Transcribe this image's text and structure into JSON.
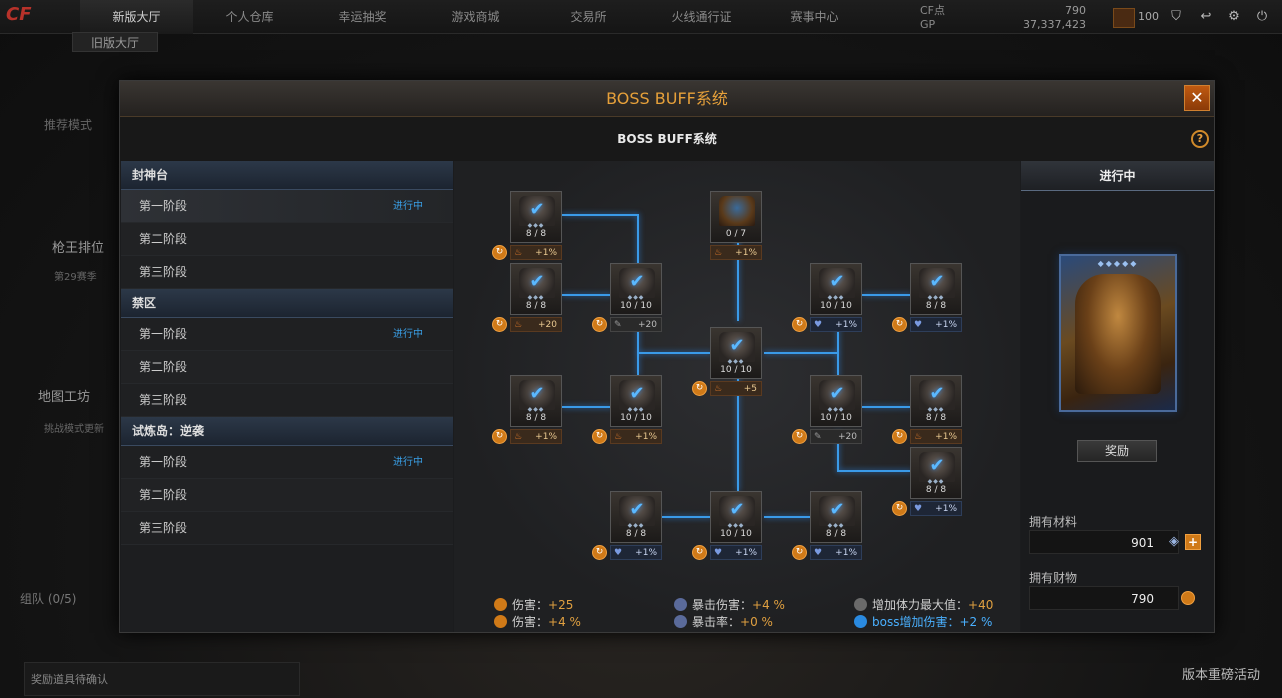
{
  "top_nav": {
    "items": [
      "新版大厅",
      "个人仓库",
      "幸运抽奖",
      "游戏商城",
      "交易所",
      "火线通行证",
      "赛事中心"
    ],
    "sub_item": "旧版大厅",
    "cf_label": "CF点",
    "gp_label": "GP",
    "cf_value": "790",
    "gp_value": "37,337,423",
    "level": "100"
  },
  "background_left": {
    "recommend_label": "推荐模式",
    "rank_label": "枪王排位",
    "season_label": "第29赛季",
    "map_label": "地图工坊",
    "challenge_label": "挑战模式更新",
    "team_label": "组队 (0/5)",
    "bottom_bar": "奖励道具待确认"
  },
  "bottom_event": "版本重磅活动",
  "modal": {
    "title": "BOSS BUFF系统",
    "subtitle": "BOSS BUFF系统",
    "close_symbol": "✕",
    "help_symbol": "?"
  },
  "stage_groups": [
    {
      "name": "封神台",
      "stages": [
        {
          "label": "第一阶段",
          "status": "进行中"
        },
        {
          "label": "第二阶段",
          "status": ""
        },
        {
          "label": "第三阶段",
          "status": ""
        }
      ]
    },
    {
      "name": "禁区",
      "stages": [
        {
          "label": "第一阶段",
          "status": "进行中"
        },
        {
          "label": "第二阶段",
          "status": ""
        },
        {
          "label": "第三阶段",
          "status": ""
        }
      ]
    },
    {
      "name": "试炼岛：逆袭",
      "stages": [
        {
          "label": "第一阶段",
          "status": "进行中"
        },
        {
          "label": "第二阶段",
          "status": ""
        },
        {
          "label": "第三阶段",
          "status": ""
        }
      ]
    }
  ],
  "tree_nodes": [
    {
      "id": "n1",
      "count": "8 / 8",
      "bonus": "+1%",
      "style": "orange"
    },
    {
      "id": "boss",
      "count": "0 / 7",
      "bonus": "+1%",
      "style": "orange"
    },
    {
      "id": "n2",
      "count": "8 / 8",
      "bonus": "+20",
      "style": "orange"
    },
    {
      "id": "n3",
      "count": "10 / 10",
      "bonus": "+20",
      "style": "grey"
    },
    {
      "id": "n4",
      "count": "10 / 10",
      "bonus": "+1%",
      "style": "blue"
    },
    {
      "id": "n5",
      "count": "8 / 8",
      "bonus": "+1%",
      "style": "blue"
    },
    {
      "id": "center",
      "count": "10 / 10",
      "bonus": "+5",
      "style": "orange"
    },
    {
      "id": "n6",
      "count": "8 / 8",
      "bonus": "+1%",
      "style": "orange"
    },
    {
      "id": "n7",
      "count": "10 / 10",
      "bonus": "+1%",
      "style": "orange"
    },
    {
      "id": "n8",
      "count": "10 / 10",
      "bonus": "+20",
      "style": "grey"
    },
    {
      "id": "n9",
      "count": "8 / 8",
      "bonus": "+1%",
      "style": "orange"
    },
    {
      "id": "n10",
      "count": "8 / 8",
      "bonus": "+1%",
      "style": "blue"
    },
    {
      "id": "n11",
      "count": "8 / 8",
      "bonus": "+1%",
      "style": "blue"
    },
    {
      "id": "n12",
      "count": "10 / 10",
      "bonus": "+1%",
      "style": "blue"
    },
    {
      "id": "n13",
      "count": "8 / 8",
      "bonus": "+1%",
      "style": "blue"
    }
  ],
  "summary": {
    "damage_label": "伤害：",
    "damage_value": "+25",
    "damage_pct_label": "伤害：",
    "damage_pct_value": "+4 %",
    "crit_damage_label": "暴击伤害：",
    "crit_damage_value": "+4 %",
    "crit_rate_label": "暴击率：",
    "crit_rate_value": "+0 %",
    "max_hp_label": "增加体力最大值：",
    "max_hp_value": "+40",
    "boss_damage_label": "boss增加伤害：",
    "boss_damage_value": "+2 %"
  },
  "right_panel": {
    "status": "进行中",
    "reward_button": "奖励",
    "materials_label": "拥有材料",
    "materials_value": "901",
    "wealth_label": "拥有财物",
    "wealth_value": "790"
  },
  "colors": {
    "accent_orange": "#e6a03a",
    "link_blue": "#3aa0e8",
    "tree_line": "#3a9ae8"
  }
}
